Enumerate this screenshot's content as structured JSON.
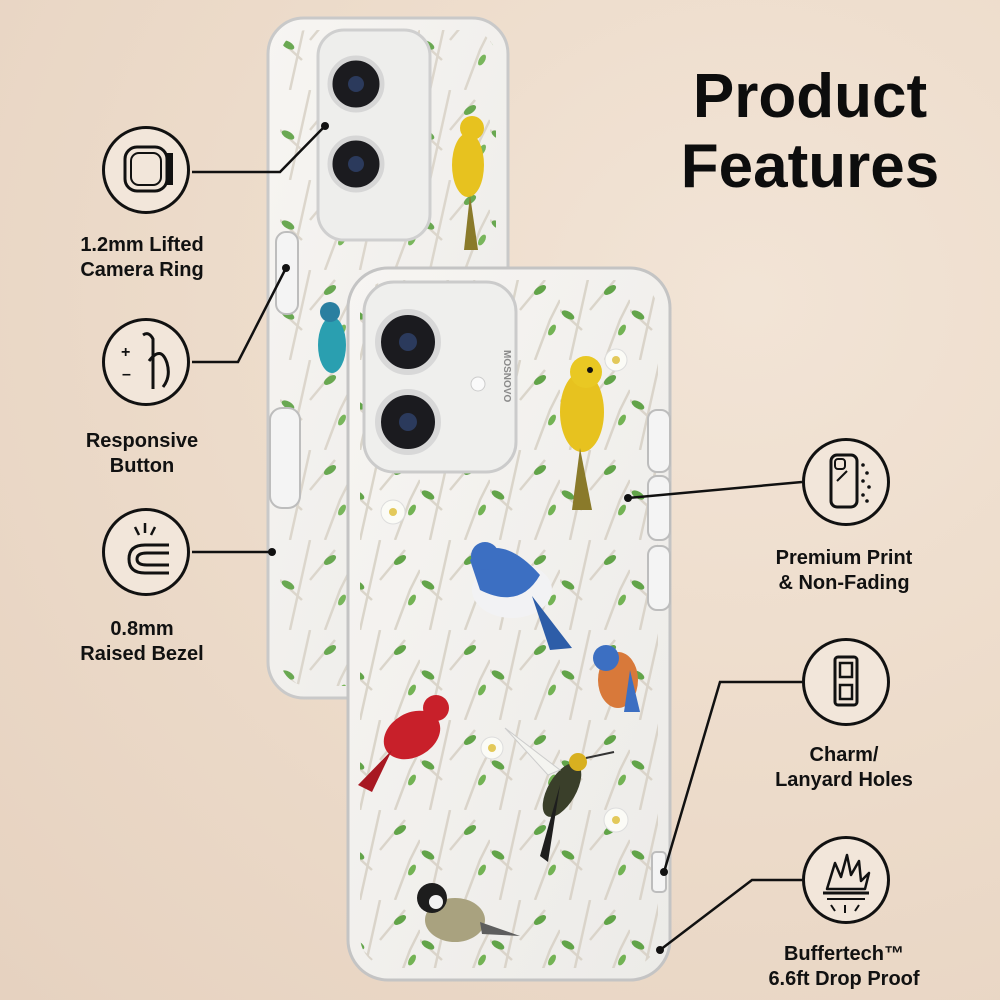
{
  "title": {
    "line1": "Product",
    "line2": "Features"
  },
  "brand": {
    "imprint": "MOSNOVO"
  },
  "features": {
    "camera_ring": {
      "line1": "1.2mm Lifted",
      "line2": "Camera Ring",
      "icon": "camera-ring-icon"
    },
    "responsive_button": {
      "line1": "Responsive",
      "line2": "Button",
      "icon": "button-press-icon"
    },
    "raised_bezel": {
      "line1": "0.8mm",
      "line2": "Raised Bezel",
      "icon": "raised-bezel-icon"
    },
    "premium_print": {
      "line1": "Premium Print",
      "line2": "& Non-Fading",
      "icon": "phone-print-icon"
    },
    "lanyard_holes": {
      "line1": "Charm/",
      "line2": "Lanyard Holes",
      "icon": "lanyard-hole-icon"
    },
    "drop_proof": {
      "line1": "Buffertech™",
      "line2": "6.6ft Drop Proof",
      "icon": "impact-shield-icon"
    }
  },
  "colors": {
    "text": "#111111",
    "background": "#eddccb",
    "cardinal_red": "#c8202a",
    "jay_blue": "#3c6fc2",
    "finch_yellow": "#e7c21f",
    "leaf_green": "#5aa040"
  }
}
